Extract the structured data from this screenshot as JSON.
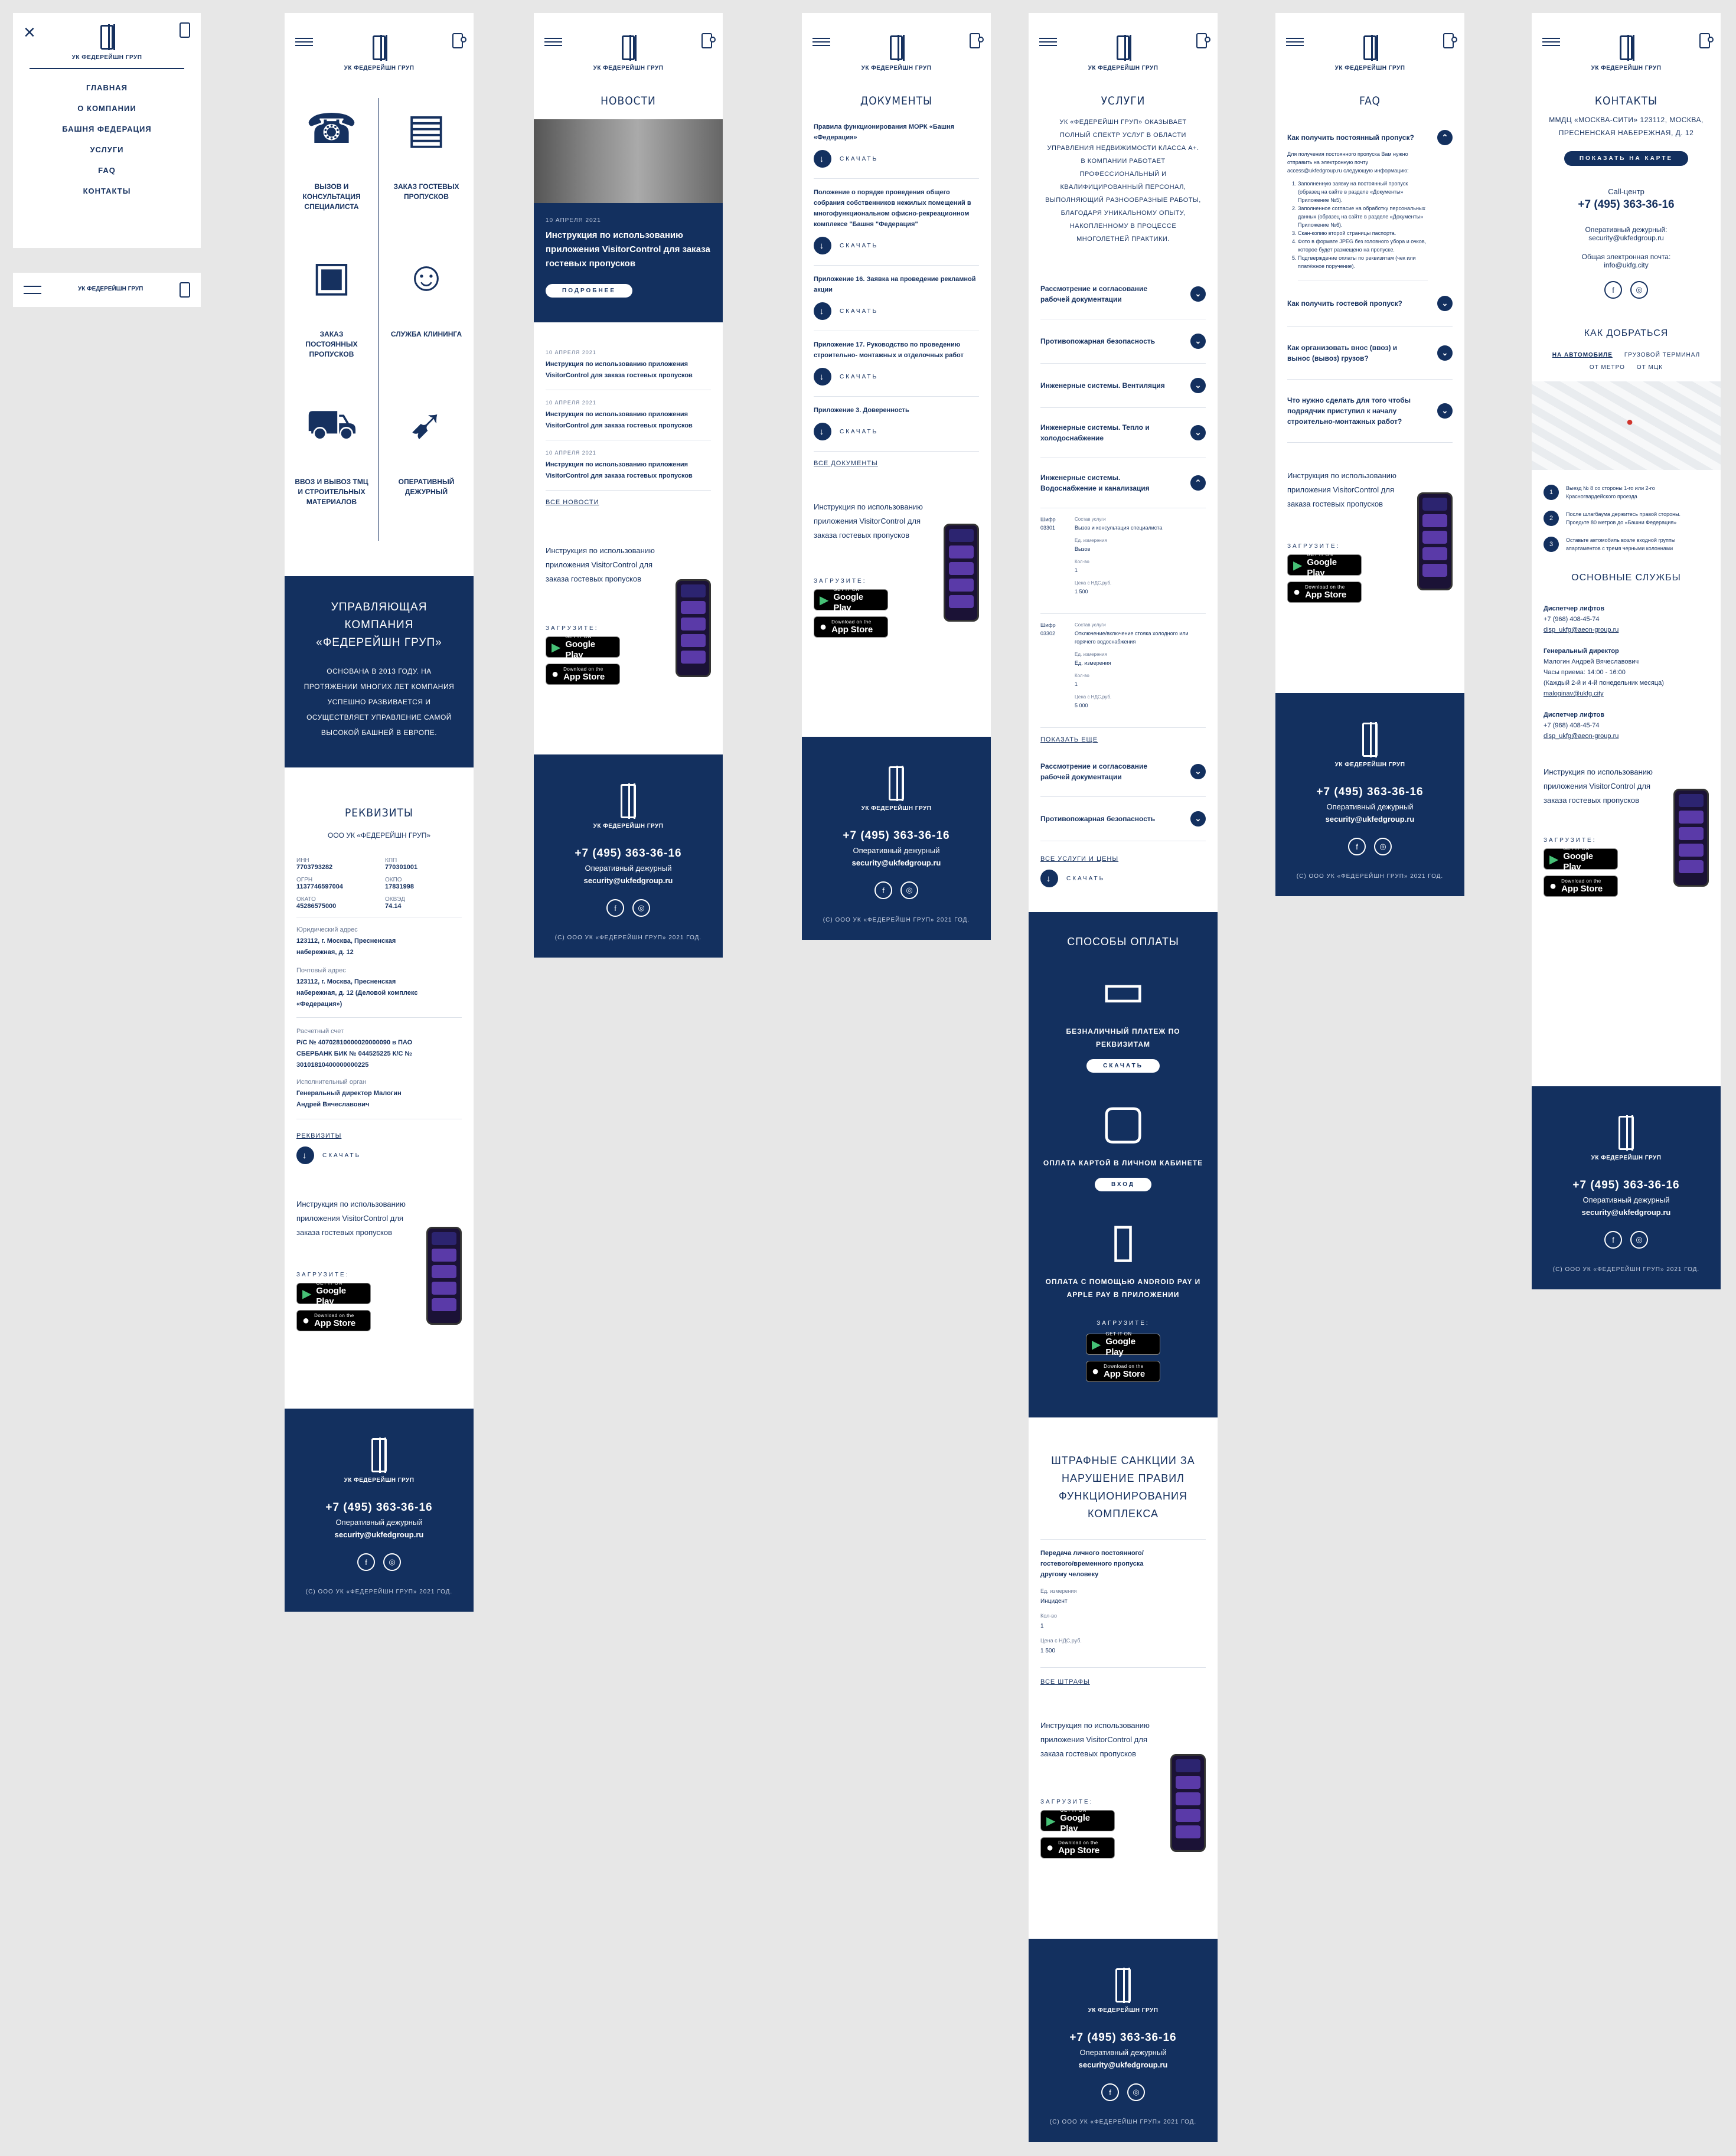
{
  "brand": {
    "name": "УК ФЕДЕРЕЙШН ГРУП",
    "phone": "+7 (495) 363-36-16",
    "duty": "Оперативный дежурный",
    "email": "security@ukfedgroup.ru",
    "copyright": "(С) ООО УК «ФЕДЕРЕЙШН ГРУП» 2021 ГОД."
  },
  "colors": {
    "navy": "#13305f",
    "text": "#16315f",
    "canvas": "#e7e7e7"
  },
  "menu": {
    "items": [
      "ГЛАВНАЯ",
      "О КОМПАНИИ",
      "БАШНЯ ФЕДЕРАЦИЯ",
      "УСЛУГИ",
      "FAQ",
      "КОНТАКТЫ"
    ]
  },
  "mini_header": {
    "title": "УК ФЕДЕРЕЙШН ГРУП"
  },
  "home": {
    "services": [
      "ВЫЗОВ И КОНСУЛЬТАЦИЯ СПЕЦИАЛИСТА",
      "ЗАКАЗ ГОСТЕВЫХ ПРОПУСКОВ",
      "ЗАКАЗ ПОСТОЯННЫХ ПРОПУСКОВ",
      "СЛУЖБА КЛИНИНГА",
      "ВВОЗ И ВЫВОЗ ТМЦ И СТРОИТЕЛЬНЫХ МАТЕРИАЛОВ",
      "ОПЕРАТИВНЫЙ ДЕЖУРНЫЙ"
    ],
    "about_title": "УПРАВЛЯЮЩАЯ КОМПАНИЯ «ФЕДЕРЕЙШН ГРУП»",
    "about_text": "ОСНОВАНА В 2013 ГОДУ. НА ПРОТЯЖЕНИИ МНОГИХ ЛЕТ КОМПАНИЯ УСПЕШНО РАЗВИВАЕТСЯ И ОСУЩЕСТВЛЯЕТ УПРАВЛЕНИЕ САМОЙ ВЫСОКОЙ БАШНЕЙ В ЕВРОПЕ.",
    "req_title": "РЕКВИЗИТЫ",
    "req_sub": "ООО УК «ФЕДЕРЕЙШН ГРУП»",
    "req": [
      {
        "k": "ИНН",
        "v": "7703793282"
      },
      {
        "k": "КПП",
        "v": "770301001"
      },
      {
        "k": "ОГРН",
        "v": "1137746597004"
      },
      {
        "k": "ОКПО",
        "v": "17831998"
      },
      {
        "k": "ОКАТО",
        "v": "45286575000"
      },
      {
        "k": "ОКВЭД",
        "v": "74.14"
      }
    ],
    "legal_label": "Юридический адрес",
    "legal": "123112, г. Москва, Пресненская набережная, д. 12",
    "post_label": "Почтовый адрес",
    "post": "123112, г. Москва, Пресненская набережная, д. 12 (Деловой комплекс «Федерация»)",
    "acc_label": "Расчетный счет",
    "acc": "Р/С № 40702810000020000090 в ПАО СБЕРБАНК БИК № 044525225 К/С № 30101810400000000225",
    "exec_label": "Исполнительный орган",
    "exec": "Генеральный директор Малогин Андрей Вячеславович",
    "req_link": "РЕКВИЗИТЫ"
  },
  "common": {
    "download": "СКАЧАТЬ",
    "app_text": "Инструкция по использованию приложения VisitorControl для заказа гостевых пропусков",
    "load": "ЗАГРУЗИТЕ:",
    "gp_small": "GET IT ON",
    "gp": "Google Play",
    "as_small": "Download on the",
    "as": "App Store"
  },
  "news": {
    "title": "НОВОСТИ",
    "feat_date": "10 АПРЕЛЯ 2021",
    "feat_title": "Инструкция по использованию приложения VisitorControl для заказа гостевых пропусков",
    "more": "ПОДРОБНЕЕ",
    "items": [
      {
        "d": "10 АПРЕЛЯ 2021",
        "t": "Инструкция по использованию приложения VisitorControl для заказа гостевых пропусков"
      },
      {
        "d": "10 АПРЕЛЯ 2021",
        "t": "Инструкция по использованию приложения VisitorControl для заказа гостевых пропусков"
      },
      {
        "d": "10 АПРЕЛЯ 2021",
        "t": "Инструкция по использованию приложения VisitorControl для заказа гостевых пропусков"
      }
    ],
    "all": "ВСЕ НОВОСТИ"
  },
  "docs": {
    "title": "ДОКУМЕНТЫ",
    "items": [
      "Правила функционирования МОРК «Башня «Федерация»",
      "Положение о порядке проведения общего собрания собственников нежилых помещений в многофункциональном офисно-рекреационном комплексе \"Башня \"Федерация\"",
      "Приложение 16. Заявка на проведение рекламной акции",
      "Приложение 17. Руководство по проведению строительно- монтажных и отделочных работ",
      "Приложение 3. Доверенность"
    ],
    "all": "ВСЕ ДОКУМЕНТЫ"
  },
  "services_page": {
    "title": "УСЛУГИ",
    "intro": "УК «ФЕДЕРЕЙШН ГРУП» ОКАЗЫВАЕТ ПОЛНЫЙ СПЕКТР УСЛУГ В ОБЛАСТИ УПРАВЛЕНИЯ НЕДВИЖИМОСТИ КЛАССА А+. В КОМПАНИИ РАБОТАЕТ ПРОФЕССИОНАЛЬНЫЙ И КВАЛИФИЦИРОВАННЫЙ ПЕРСОНАЛ, ВЫПОЛНЯЮЩИЙ РАЗНООБРАЗНЫЕ РАБОТЫ, БЛАГОДАРЯ УНИКАЛЬНОМУ ОПЫТУ, НАКОПЛЕННОМУ В ПРОЦЕССЕ МНОГОЛЕТНЕЙ ПРАКТИКИ.",
    "acc": [
      "Рассмотрение и согласование рабочей документации",
      "Противопожарная безопасность",
      "Инженерные системы. Вентиляция",
      "Инженерные системы. Тепло и холодоснабжение",
      "Инженерные системы. Водоснабжение и канализация"
    ],
    "rows": [
      {
        "code": "Шифр 03301",
        "name": "Вызов и консультация специалиста",
        "unit": "Вызов",
        "qty": "1",
        "price": "1 500"
      },
      {
        "code": "Шифр 03302",
        "name": "Отключение/включение стояка холодного или горячего водоснабжения",
        "unit": "Ед. измерения",
        "qty": "1",
        "price": "5 000"
      }
    ],
    "row_labels": {
      "name": "Состав услуги",
      "unit": "Ед. измерения",
      "qty": "Кол-во",
      "price": "Цена с НДС,руб."
    },
    "more": "ПОКАЗАТЬ ЕЩЕ",
    "acc2": [
      "Рассмотрение и согласование рабочей документации",
      "Противопожарная безопасность"
    ],
    "all": "ВСЕ УСЛУГИ И ЦЕНЫ",
    "pay_title": "СПОСОБЫ ОПЛАТЫ",
    "pay": [
      {
        "t": "БЕЗНАЛИЧНЫЙ ПЛАТЕЖ ПО РЕКВИЗИТАМ",
        "b": "СКАЧАТЬ"
      },
      {
        "t": "ОПЛАТА КАРТОЙ В ЛИЧНОМ КАБИНЕТЕ",
        "b": "ВХОД"
      },
      {
        "t": "ОПЛАТА С ПОМОЩЬЮ ANDROID PAY И APPLE PAY В ПРИЛОЖЕНИИ",
        "b": ""
      }
    ],
    "fines_title": "ШТРАФНЫЕ САНКЦИИ ЗА НАРУШЕНИЕ ПРАВИЛ ФУНКЦИОНИРОВАНИЯ КОМПЛЕКСА",
    "fine": "Передача личного постоянного/ гостевого/временного пропуска другому человеку",
    "fine_unit_l": "Ед. измерения",
    "fine_unit": "Инцидент",
    "fine_qty_l": "Кол-во",
    "fine_qty": "1",
    "fine_price_l": "Цена с НДС,руб.",
    "fine_price": "1 500",
    "fines_all": "ВСЕ ШТРАФЫ"
  },
  "faq": {
    "title": "FAQ",
    "q1": "Как получить постоянный пропуск?",
    "a1": "Для получения постоянного пропуска Вам нужно отправить на электронную почту access@ukfedgroup.ru следующую информацию:",
    "steps": [
      "Заполненную заявку на постоянный пропуск (образец на сайте в разделе «Документы» Приложение №5).",
      "Заполненное согласие на обработку персональных данных (образец на сайте в разделе «Документы» Приложение №6).",
      "Скан-копию второй страницы паспорта.",
      "Фото в формате JPEG без головного убора и очков, которое будет размещено на пропуске.",
      "Подтверждение оплаты по реквизитам (чек или платёжное поручение)."
    ],
    "qs": [
      "Как получить гостевой пропуск?",
      "Как организовать внос (ввоз) и вынос (вывоз) грузов?",
      "Что нужно сделать для того чтобы подрядчик приступил к началу строительно-монтажных работ?"
    ]
  },
  "contacts": {
    "title": "КОНТАКТЫ",
    "addr": "ММДЦ «МОСКВА-СИТИ» 123112, МОСКВА, ПРЕСНЕНСКАЯ НАБЕРЕЖНАЯ, Д. 12",
    "map_btn": "ПОКАЗАТЬ НА КАРТЕ",
    "cc_label": "Call-центр",
    "cc_phone": "+7 (495) 363-36-16",
    "duty_label": "Оперативный дежурный:",
    "duty_mail": "security@ukfedgroup.ru",
    "mail_label": "Общая электронная почта:",
    "mail": "info@ukfg.city",
    "how": "КАК ДОБРАТЬСЯ",
    "tabs": [
      "НА АВТОМОБИЛЕ",
      "ГРУЗОВОЙ ТЕРМИНАЛ",
      "ОТ МЕТРО",
      "ОТ МЦК"
    ],
    "steps": [
      {
        "n": "1",
        "t": "Выезд № 8 со стороны 1-го или 2-го Красногвардейского проезда"
      },
      {
        "n": "2",
        "t": "После шлагбаума держитесь правой стороны. Проедьте 80 метров до «Башни Федерация»"
      },
      {
        "n": "3",
        "t": "Оставьте автомобиль возле входной группы апартаментов с тремя черными колоннами"
      }
    ],
    "svc_title": "ОСНОВНЫЕ СЛУЖБЫ",
    "svc": [
      {
        "h": "Диспетчер лифтов",
        "l": [
          "+7 (968) 408-45-74",
          "disp_ukfg@aeon-group.ru"
        ]
      },
      {
        "h": "Генеральный директор",
        "l": [
          "Малогин Андрей Вячеславович",
          "Часы приема: 14:00 - 16:00",
          "(Каждый 2-й и 4-й понедельник месяца)",
          "maloginav@ukfg.city"
        ]
      },
      {
        "h": "Диспетчер лифтов",
        "l": [
          "+7 (968) 408-45-74",
          "disp_ukfg@aeon-group.ru"
        ]
      }
    ]
  }
}
